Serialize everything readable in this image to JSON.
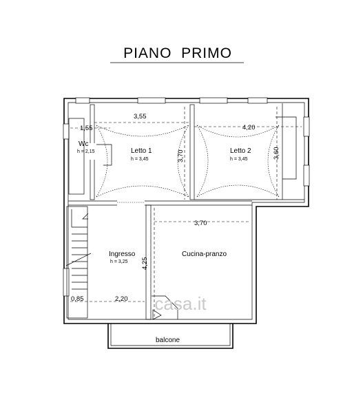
{
  "title": "PIANO  PRIMO",
  "rooms": {
    "wc": {
      "name": "Wc",
      "height": "h = 2,15"
    },
    "letto1": {
      "name": "Letto 1",
      "height": "h = 3,45"
    },
    "letto2": {
      "name": "Letto 2",
      "height": "h = 3,45"
    },
    "ingresso": {
      "name": "Ingresso",
      "height": "h = 3,25"
    },
    "cucina": {
      "name": "Cucina-pranzo"
    },
    "balcone": {
      "name": "balcone"
    }
  },
  "dimensions": {
    "wc_width": "1,55",
    "letto1_width": "3,55",
    "letto1_depth": "3,70",
    "letto2_width": "4,20",
    "letto2_depth": "3,60",
    "cucina_width": "3,70",
    "ingresso_depth": "4,25",
    "stair_width": "0,85",
    "ingresso_width": "2,20"
  },
  "watermark": "casa.it"
}
